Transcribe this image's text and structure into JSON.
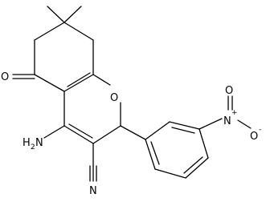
{
  "molecule": {
    "atoms": {
      "oxo_oxygen": "O",
      "ring_oxygen": "O",
      "amino": "H",
      "amino_n": "N",
      "amino_sub": "2",
      "nitrile_n": "N",
      "nitro_n": "N",
      "nitro_plus": "+",
      "nitro_o_top": "O",
      "nitro_o_minus": "O",
      "minus_sign": "-"
    }
  }
}
